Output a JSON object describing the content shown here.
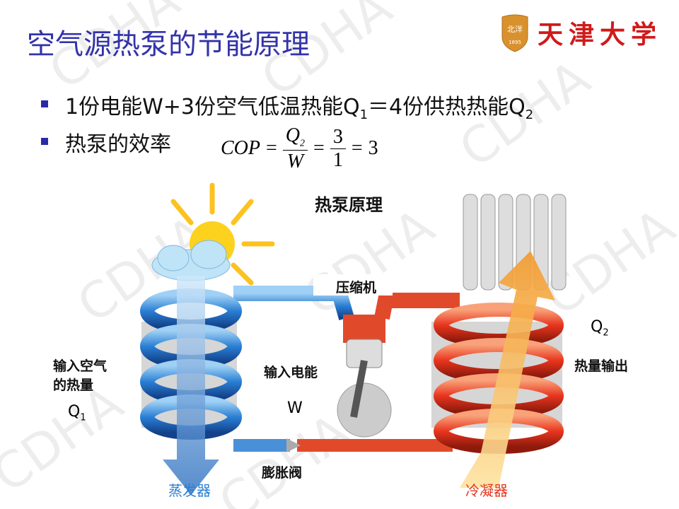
{
  "title": "空气源热泵的节能原理",
  "logo": {
    "name": "天津大学",
    "badge_year": "1895"
  },
  "bullets": [
    {
      "text_a": "1份电能W+3份空气低温热能Q",
      "sub1": "1",
      "text_b": "＝4份供热热能Q",
      "sub2": "2"
    },
    {
      "text": "热泵的效率"
    }
  ],
  "formula": {
    "lhs": "COP",
    "eq": "=",
    "num1": "Q",
    "num1_sub": "2",
    "den1": "W",
    "num2": "3",
    "den2": "1",
    "result": "3"
  },
  "diagram": {
    "title": "热泵原理",
    "compressor": "压缩机",
    "input_air_line1": "输入空气",
    "input_air_line2": "的热量",
    "q1": "Q",
    "q1_sub": "1",
    "input_power": "输入电能",
    "w": "W",
    "q2": "Q",
    "q2_sub": "2",
    "heat_output": "热量输出",
    "expansion_valve": "膨胀阀",
    "evaporator": "蒸发器",
    "condenser": "冷凝器"
  },
  "colors": {
    "title": "#3333aa",
    "evaporator": "#2a7fd4",
    "condenser": "#e8351e"
  },
  "watermark": "CDHA"
}
